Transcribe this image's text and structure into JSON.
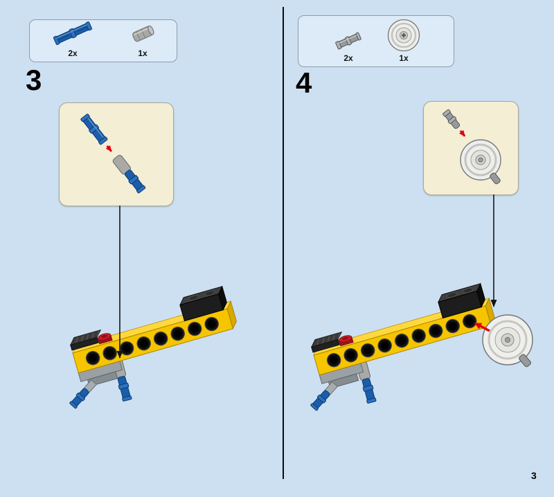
{
  "page": {
    "number": "3"
  },
  "steps": [
    {
      "number": "3",
      "parts": [
        {
          "count": "2x",
          "piece": "blue-technic-pin-3l"
        },
        {
          "count": "1x",
          "piece": "gray-axle-pin-connector"
        }
      ]
    },
    {
      "number": "4",
      "parts": [
        {
          "count": "2x",
          "piece": "gray-technic-pin"
        },
        {
          "count": "1x",
          "piece": "white-pulley-wheel"
        }
      ]
    }
  ],
  "colors": {
    "background": "#cde0f1",
    "parts_box_bg": "#dcebf7",
    "parts_box_border": "#8b9dab",
    "inset_bg": "#f3eed4",
    "inset_border": "#a9a68f",
    "arrow_red": "#e2000f",
    "lego_yellow": "#f6c500",
    "lego_blue": "#1a5dab",
    "divider_black": "#0a0a0a"
  }
}
